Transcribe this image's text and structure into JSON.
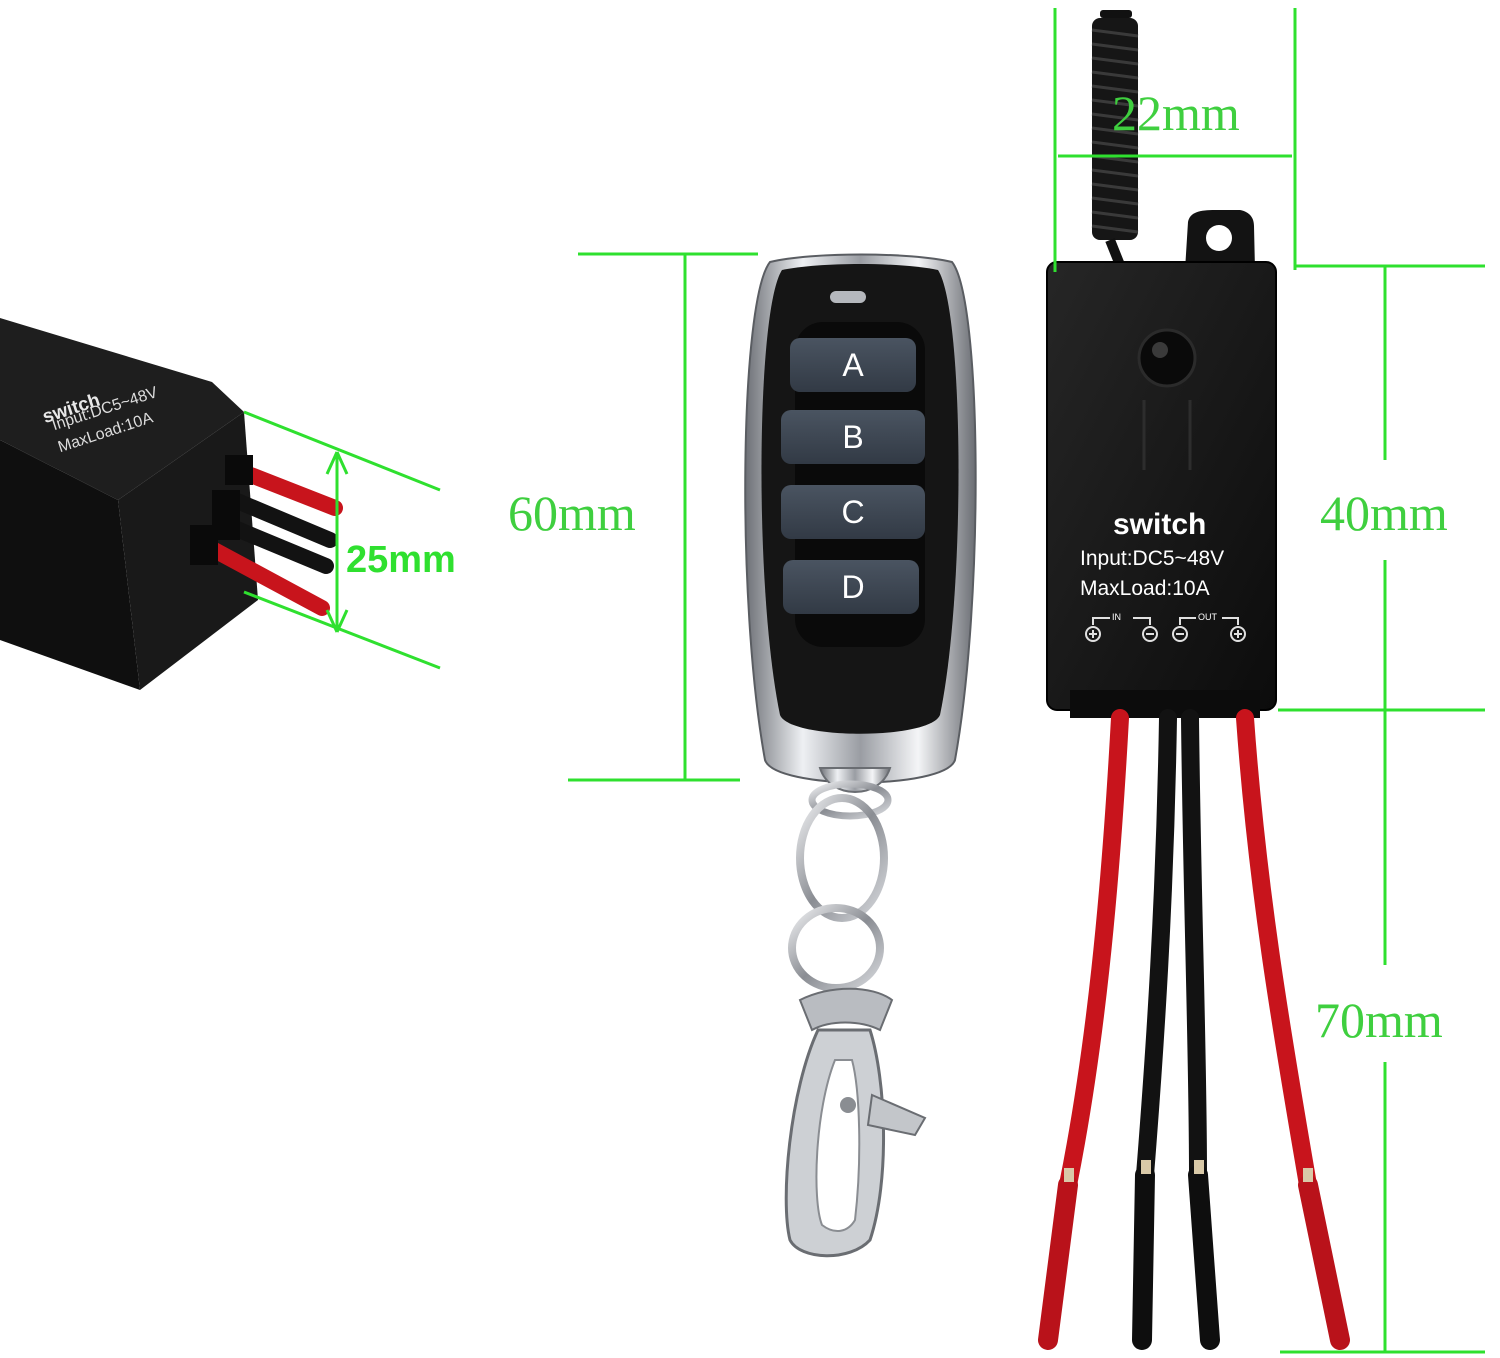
{
  "colors": {
    "dimension_green": "#2fe02f",
    "label_green": "#3fcf3f",
    "device_black": "#141414",
    "wire_red": "#c8141c",
    "wire_black": "#121212",
    "button_gray": "#3b4450",
    "chrome": "#c9ccd1"
  },
  "dimensions": {
    "module_width": "22mm",
    "remote_height": "60mm",
    "module_height": "40mm",
    "wire_length": "70mm",
    "side_height": "25mm"
  },
  "remote": {
    "buttons": [
      "A",
      "B",
      "C",
      "D"
    ]
  },
  "relay": {
    "title": "switch",
    "input": "Input:DC5~48V",
    "max_load": "MaxLoad:10A",
    "in_mark": "IN",
    "out_mark": "OUT"
  },
  "side_view": {
    "title": "switch",
    "input": "Input:DC5~48V",
    "max_load": "MaxLoad:10A"
  }
}
